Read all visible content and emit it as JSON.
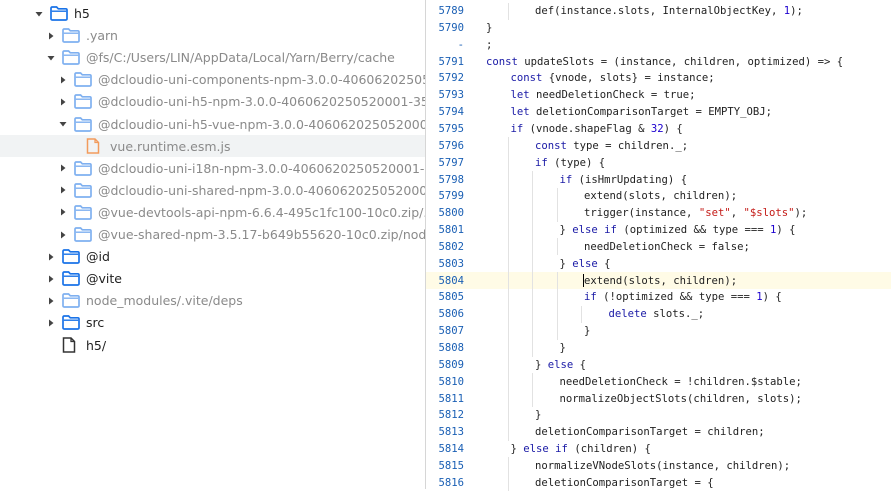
{
  "tree": [
    {
      "label": "h5",
      "arrow": "down",
      "icon": "folder",
      "depth": 0,
      "dim": false
    },
    {
      "label": ".yarn",
      "arrow": "right",
      "icon": "folder",
      "depth": 1,
      "dim": true
    },
    {
      "label": "@fs/C:/Users/LIN/AppData/Local/Yarn/Berry/cache",
      "arrow": "down",
      "icon": "folder",
      "depth": 1,
      "dim": true
    },
    {
      "label": "@dcloudio-uni-components-npm-3.0.0-40606202505...",
      "arrow": "right",
      "icon": "folder",
      "depth": 2,
      "dim": true
    },
    {
      "label": "@dcloudio-uni-h5-npm-3.0.0-4060620250520001-35...",
      "arrow": "right",
      "icon": "folder",
      "depth": 2,
      "dim": true
    },
    {
      "label": "@dcloudio-uni-h5-vue-npm-3.0.0-406062025052000...",
      "arrow": "down",
      "icon": "folder",
      "depth": 2,
      "dim": true
    },
    {
      "label": "vue.runtime.esm.js",
      "arrow": "none",
      "icon": "file-orange",
      "depth": 3,
      "dim": true,
      "selected": true
    },
    {
      "label": "@dcloudio-uni-i18n-npm-3.0.0-4060620250520001-...",
      "arrow": "right",
      "icon": "folder",
      "depth": 2,
      "dim": true
    },
    {
      "label": "@dcloudio-uni-shared-npm-3.0.0-406062025052000...",
      "arrow": "right",
      "icon": "folder",
      "depth": 2,
      "dim": true
    },
    {
      "label": "@vue-devtools-api-npm-6.6.4-495c1fc100-10c0.zip/...",
      "arrow": "right",
      "icon": "folder",
      "depth": 2,
      "dim": true
    },
    {
      "label": "@vue-shared-npm-3.5.17-b649b55620-10c0.zip/nod...",
      "arrow": "right",
      "icon": "folder",
      "depth": 2,
      "dim": true
    },
    {
      "label": "@id",
      "arrow": "right",
      "icon": "folder",
      "depth": 1,
      "dim": false
    },
    {
      "label": "@vite",
      "arrow": "right",
      "icon": "folder",
      "depth": 1,
      "dim": false
    },
    {
      "label": "node_modules/.vite/deps",
      "arrow": "right",
      "icon": "folder",
      "depth": 1,
      "dim": true
    },
    {
      "label": "src",
      "arrow": "right",
      "icon": "folder",
      "depth": 1,
      "dim": false
    },
    {
      "label": "h5/",
      "arrow": "none",
      "icon": "file",
      "depth": 1,
      "dim": false
    }
  ],
  "code": [
    {
      "n": "5789",
      "indent": 2,
      "text": "def(instance.slots, InternalObjectKey, 1);"
    },
    {
      "n": "5790",
      "indent": 0,
      "text": "}"
    },
    {
      "n": "-",
      "indent": 0,
      "text": ";"
    },
    {
      "n": "5791",
      "indent": 0,
      "text": "const updateSlots = (instance, children, optimized) => {"
    },
    {
      "n": "5792",
      "indent": 1,
      "text": "const {vnode, slots} = instance;"
    },
    {
      "n": "5793",
      "indent": 1,
      "text": "let needDeletionCheck = true;"
    },
    {
      "n": "5794",
      "indent": 1,
      "text": "let deletionComparisonTarget = EMPTY_OBJ;"
    },
    {
      "n": "5795",
      "indent": 1,
      "text": "if (vnode.shapeFlag & 32) {"
    },
    {
      "n": "5796",
      "indent": 2,
      "text": "const type = children._;"
    },
    {
      "n": "5797",
      "indent": 2,
      "text": "if (type) {"
    },
    {
      "n": "5798",
      "indent": 3,
      "text": "if (isHmrUpdating) {"
    },
    {
      "n": "5799",
      "indent": 4,
      "text": "extend(slots, children);"
    },
    {
      "n": "5800",
      "indent": 4,
      "text": "trigger(instance, \"set\", \"$slots\");"
    },
    {
      "n": "5801",
      "indent": 3,
      "text": "} else if (optimized && type === 1) {"
    },
    {
      "n": "5802",
      "indent": 4,
      "text": "needDeletionCheck = false;"
    },
    {
      "n": "5803",
      "indent": 3,
      "text": "} else {"
    },
    {
      "n": "5804",
      "indent": 4,
      "text": "extend(slots, children);",
      "highlight": true,
      "caret": true
    },
    {
      "n": "5805",
      "indent": 4,
      "text": "if (!optimized && type === 1) {"
    },
    {
      "n": "5806",
      "indent": 5,
      "text": "delete slots._;"
    },
    {
      "n": "5807",
      "indent": 4,
      "text": "}"
    },
    {
      "n": "5808",
      "indent": 3,
      "text": "}"
    },
    {
      "n": "5809",
      "indent": 2,
      "text": "} else {"
    },
    {
      "n": "5810",
      "indent": 3,
      "text": "needDeletionCheck = !children.$stable;"
    },
    {
      "n": "5811",
      "indent": 3,
      "text": "normalizeObjectSlots(children, slots);"
    },
    {
      "n": "5812",
      "indent": 2,
      "text": "}"
    },
    {
      "n": "5813",
      "indent": 2,
      "text": "deletionComparisonTarget = children;"
    },
    {
      "n": "5814",
      "indent": 1,
      "text": "} else if (children) {"
    },
    {
      "n": "5815",
      "indent": 2,
      "text": "normalizeVNodeSlots(instance, children);"
    },
    {
      "n": "5816",
      "indent": 2,
      "text": "deletionComparisonTarget = {"
    }
  ],
  "colors": {
    "folder": "#1a73e8",
    "folder_dim": "#7fb0f0",
    "file_orange": "#f29b5c",
    "keyword": "#1a1aa6",
    "string": "#c41a16",
    "number": "#1c00cf",
    "line_number": "#1a5fb4"
  }
}
